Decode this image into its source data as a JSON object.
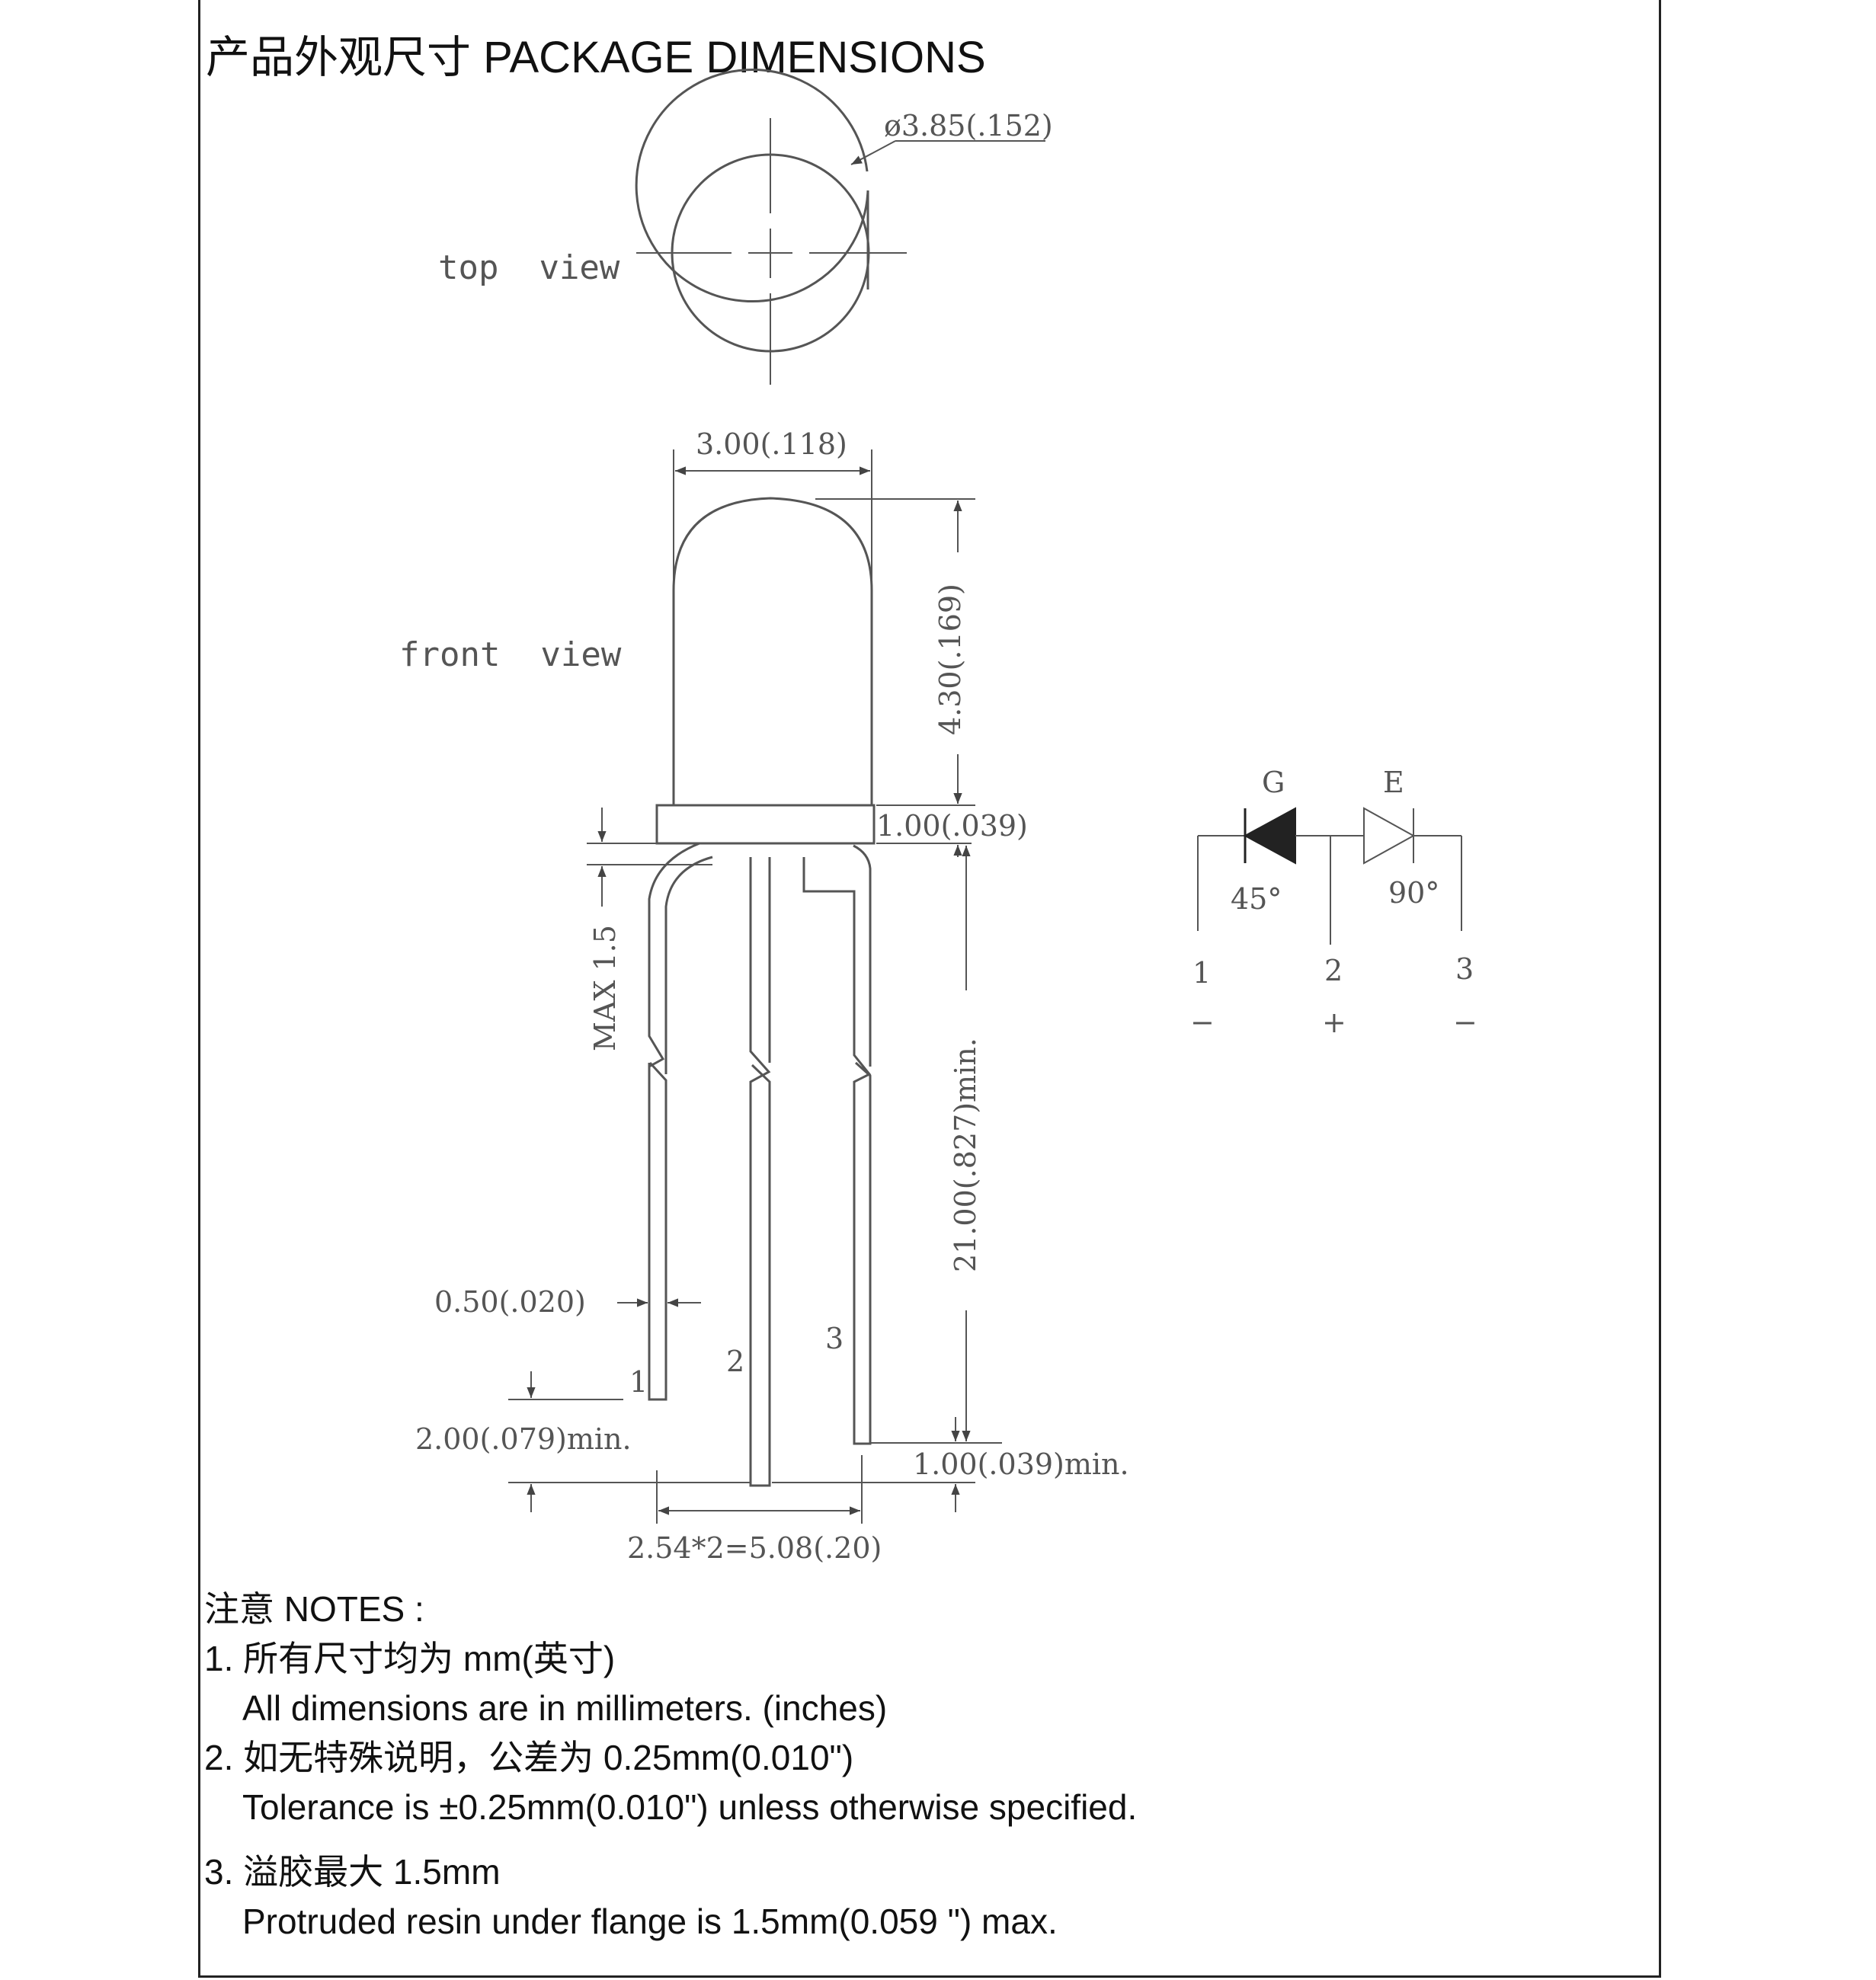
{
  "title": "产品外观尺寸 PACKAGE DIMENSIONS",
  "views": {
    "top": "top  view",
    "front": "front  view"
  },
  "dimensions": {
    "diameter": "ø3.85(.152)",
    "body_width": "3.00(.118)",
    "dome_height": "4.30(.169)",
    "flange_height": "1.00(.039)",
    "max_resin": "MAX 1.5",
    "lead_length": "21.00(.827)min.",
    "lead_width": "0.50(.020)",
    "lead_bottom_left": "2.00(.079)min.",
    "lead_bottom_right": "1.00(.039)min.",
    "lead_pitch": "2.54*2=5.08(.20)"
  },
  "leads": [
    "1",
    "2",
    "3"
  ],
  "schematic": {
    "diode_g": "G",
    "diode_e": "E",
    "angle_g": "45°",
    "angle_e": "90°",
    "pins": [
      "1",
      "2",
      "3"
    ],
    "polarity": [
      "−",
      "+",
      "−"
    ]
  },
  "notes": {
    "heading": "注意 NOTES :",
    "items": [
      {
        "cn": "1.  所有尺寸均为 mm(英寸)",
        "en": "All dimensions are in millimeters. (inches)"
      },
      {
        "cn": "2.  如无特殊说明，公差为 0.25mm(0.010\")",
        "en": "Tolerance is ±0.25mm(0.010\") unless otherwise specified."
      },
      {
        "cn": "3.  溢胶最大 1.5mm",
        "en": "Protruded resin under flange is 1.5mm(0.059 \") max."
      }
    ]
  },
  "colors": {
    "line": "#555555",
    "dark": "#222222"
  }
}
